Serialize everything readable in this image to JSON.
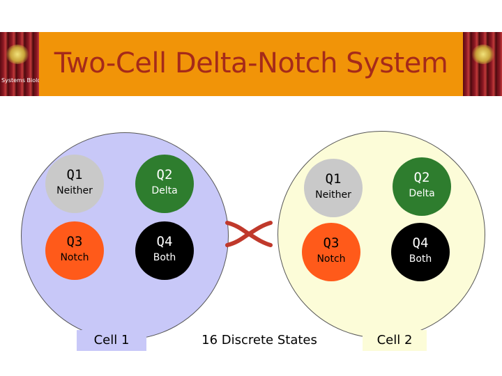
{
  "header": {
    "title": "Two-Cell Delta-Notch System",
    "left_image_caption": "Systems Biology"
  },
  "cell1": {
    "label": "Cell 1",
    "quadrants": [
      {
        "id": "Q1",
        "state": "Neither"
      },
      {
        "id": "Q2",
        "state": "Delta"
      },
      {
        "id": "Q3",
        "state": "Notch"
      },
      {
        "id": "Q4",
        "state": "Both"
      }
    ]
  },
  "cell2": {
    "label": "Cell 2",
    "quadrants": [
      {
        "id": "Q1",
        "state": "Neither"
      },
      {
        "id": "Q2",
        "state": "Delta"
      },
      {
        "id": "Q3",
        "state": "Notch"
      },
      {
        "id": "Q4",
        "state": "Both"
      }
    ]
  },
  "center_label": "16 Discrete States",
  "colors": {
    "title_band": "#f19408",
    "title_text": "#a52a1a",
    "cell1_fill": "#c8c8f8",
    "cell2_fill": "#fcfcd8",
    "neither": "#c9c9c9",
    "delta": "#2e7d2e",
    "notch": "#ff5a1a",
    "both": "#000000",
    "cross": "#c0392b"
  }
}
